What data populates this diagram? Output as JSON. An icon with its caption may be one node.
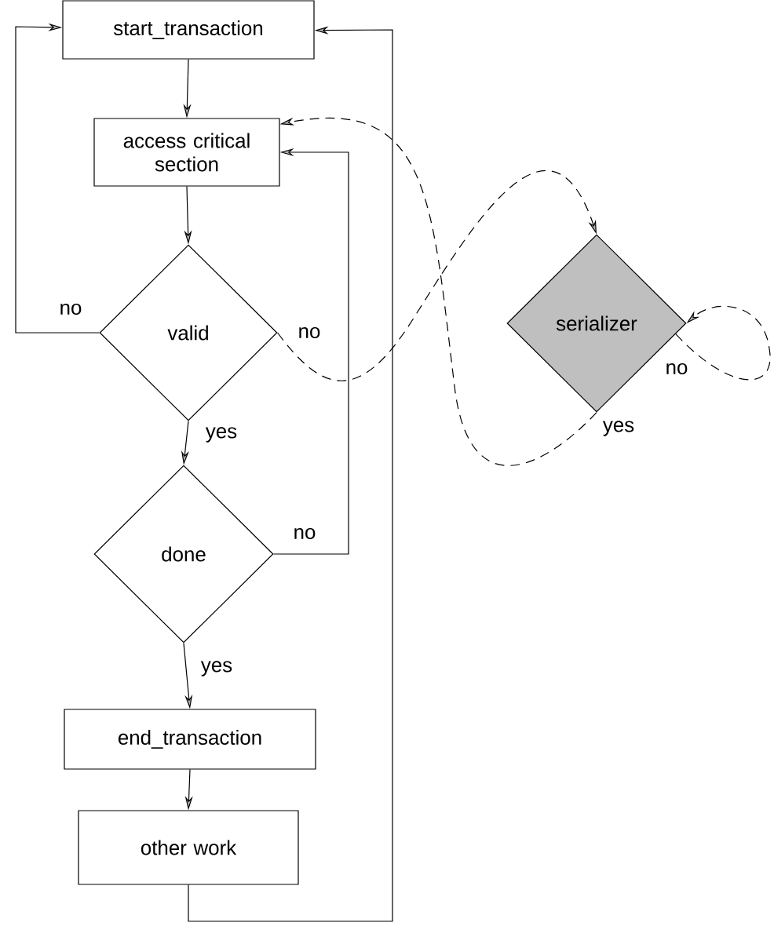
{
  "diagram": {
    "nodes": [
      {
        "text": [
          "start_transaction"
        ]
      },
      {
        "text": [
          "access critical section"
        ]
      },
      {
        "text": [
          "valid"
        ]
      },
      {
        "text": [
          "done"
        ]
      },
      {
        "text": [
          "end_transaction"
        ]
      },
      {
        "text": [
          "other work"
        ]
      },
      {
        "text": [
          "serializer"
        ]
      }
    ],
    "edges": [
      {
        "from": 0,
        "to": 1,
        "arrow": "to"
      },
      {
        "from": 1,
        "to": 2,
        "arrow": "to"
      },
      {
        "from": 2,
        "to": 0,
        "arrow": "to",
        "label": "no"
      },
      {
        "from": 2,
        "to": 6,
        "arrow": "to",
        "label": "no",
        "style": "dashed"
      },
      {
        "from": 2,
        "to": 3,
        "arrow": "to",
        "label": "yes"
      },
      {
        "from": 3,
        "to": 1,
        "arrow": "to",
        "label": "no"
      },
      {
        "from": 3,
        "to": 4,
        "arrow": "to",
        "label": "yes"
      },
      {
        "from": 4,
        "to": 5,
        "arrow": "to"
      },
      {
        "from": 5,
        "to": 0,
        "arrow": "to"
      },
      {
        "from": 6,
        "to": 6,
        "arrow": "to",
        "label": "no",
        "style": "dashed"
      },
      {
        "from": 6,
        "to": 1,
        "arrow": "to",
        "label": "yes",
        "style": "dashed"
      }
    ]
  }
}
